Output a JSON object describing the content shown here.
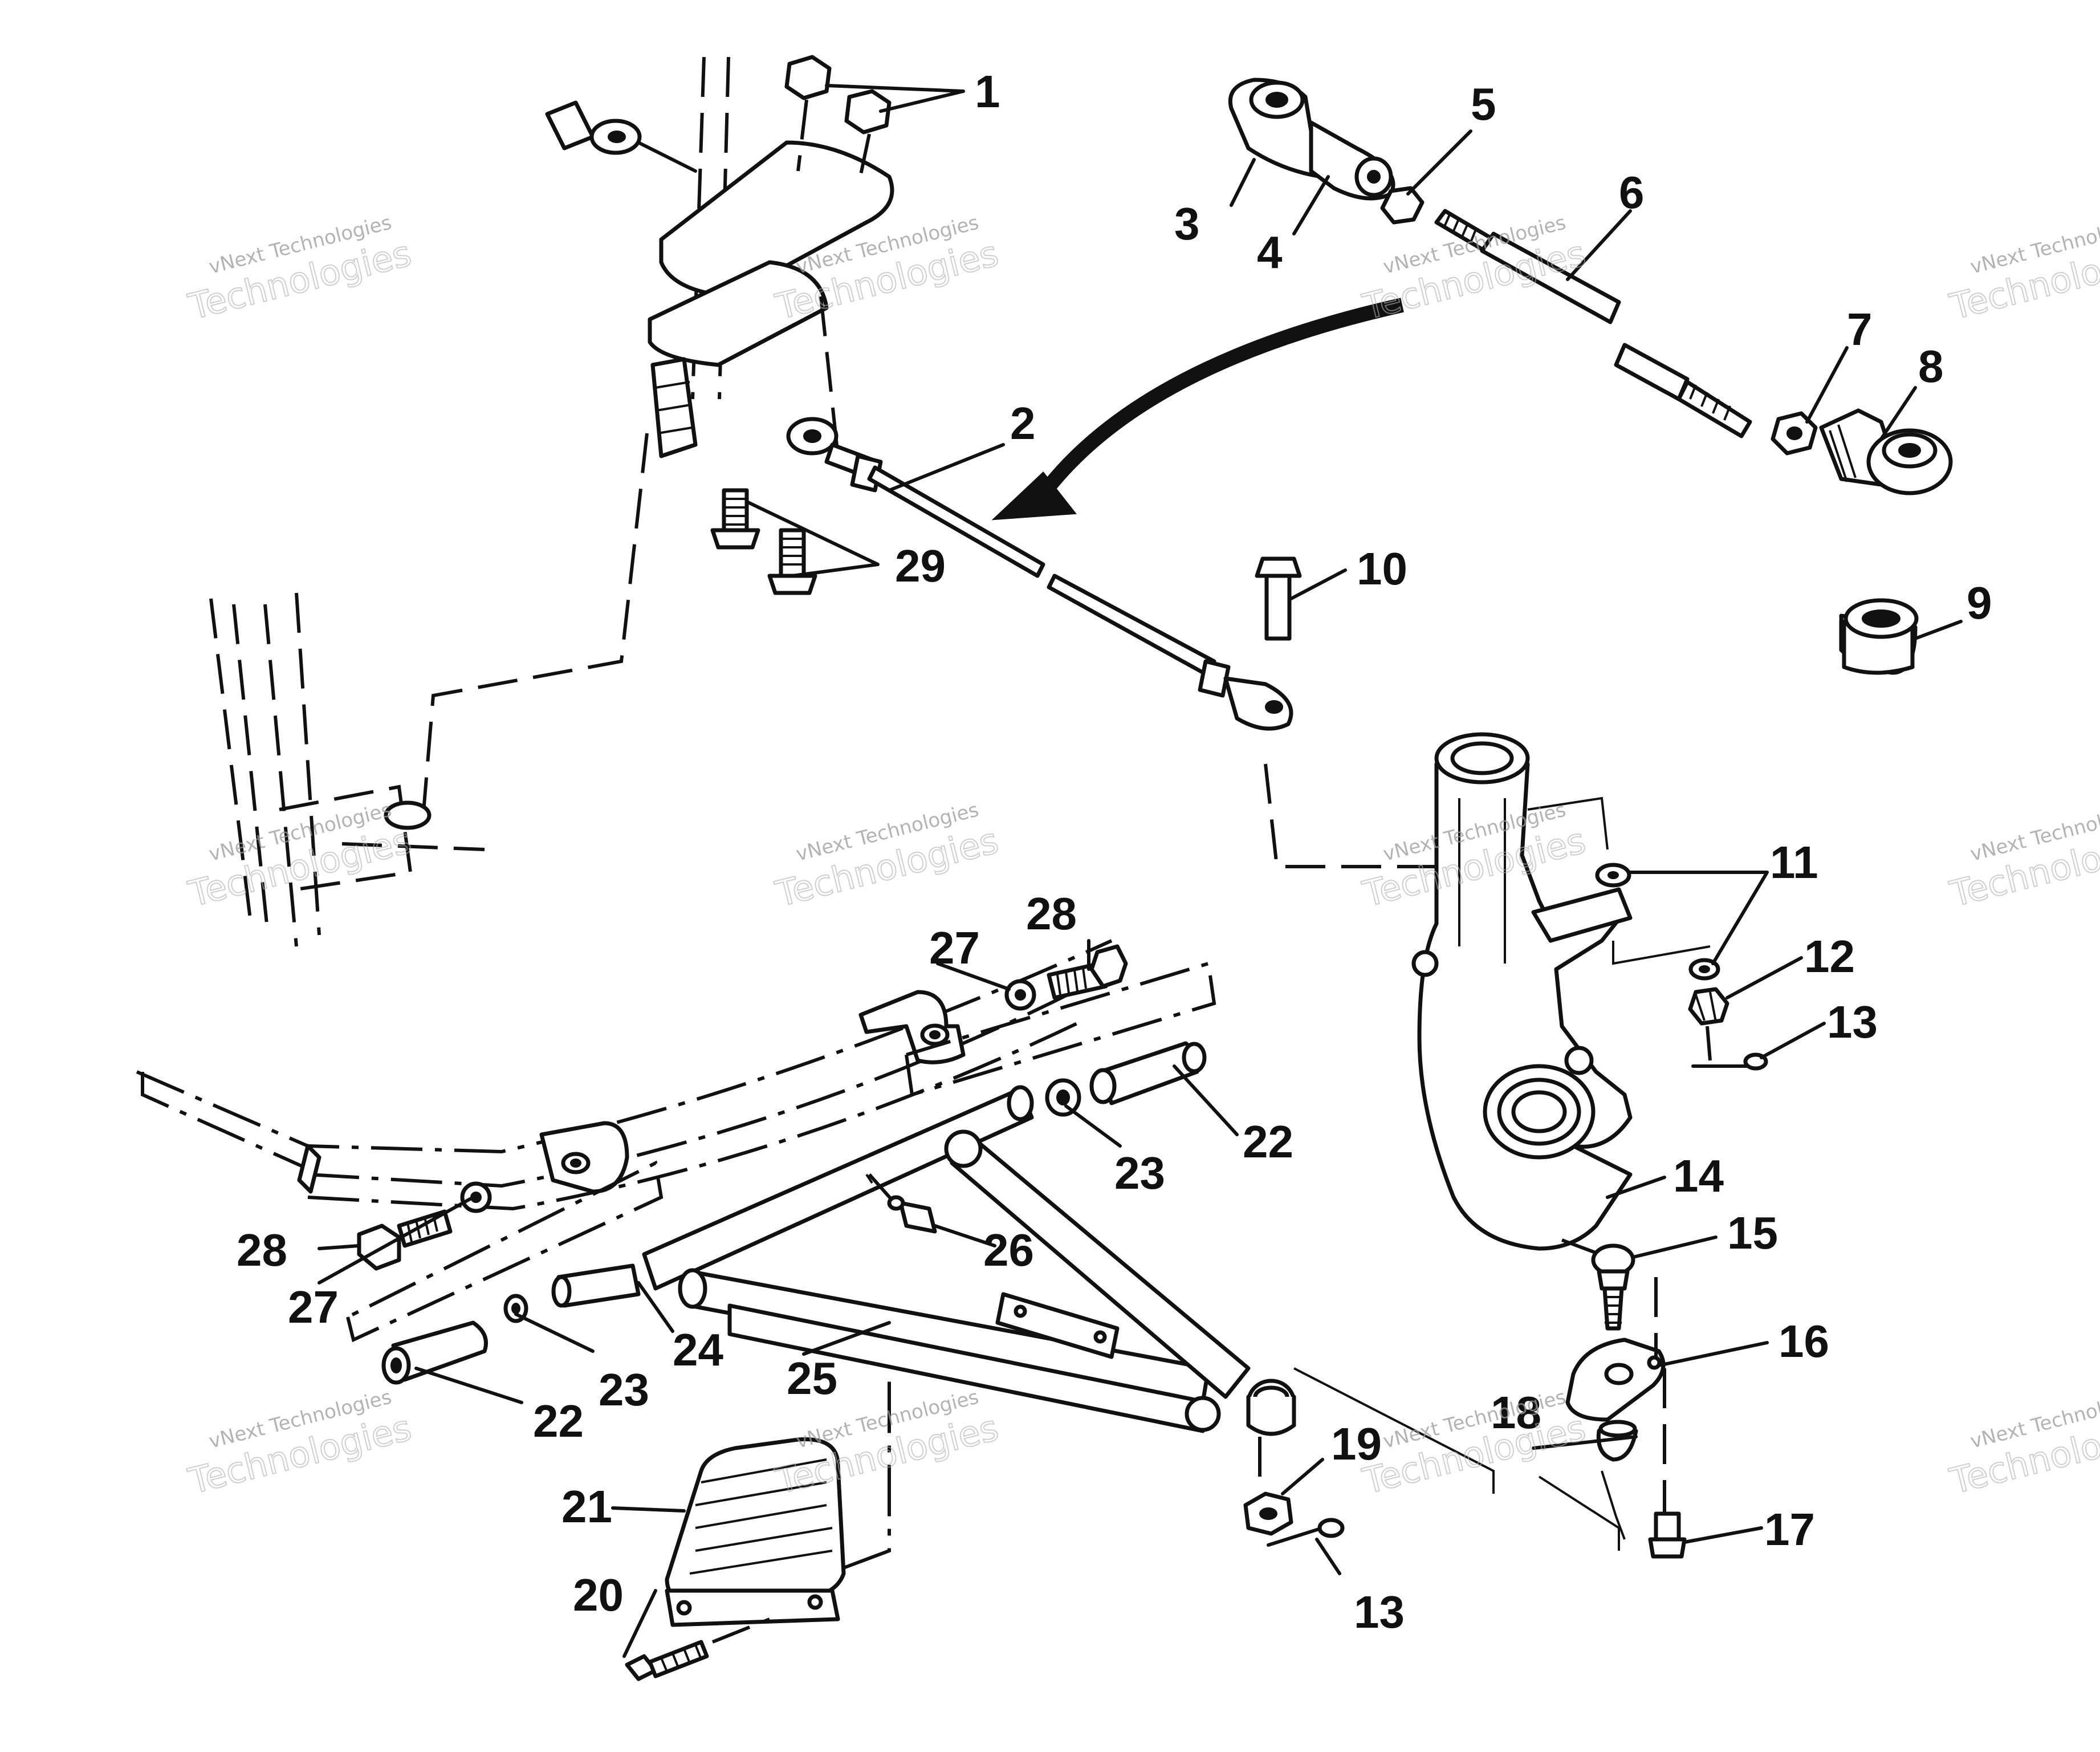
{
  "watermark": {
    "line1": "vNext Technologies",
    "line2": "Technologies"
  },
  "callouts": [
    "1",
    "2",
    "3",
    "4",
    "5",
    "6",
    "7",
    "8",
    "9",
    "10",
    "11",
    "12",
    "13",
    "14",
    "15",
    "16",
    "17",
    "18",
    "19",
    "20",
    "21",
    "22",
    "23",
    "24",
    "25",
    "26",
    "27",
    "28",
    "29"
  ]
}
